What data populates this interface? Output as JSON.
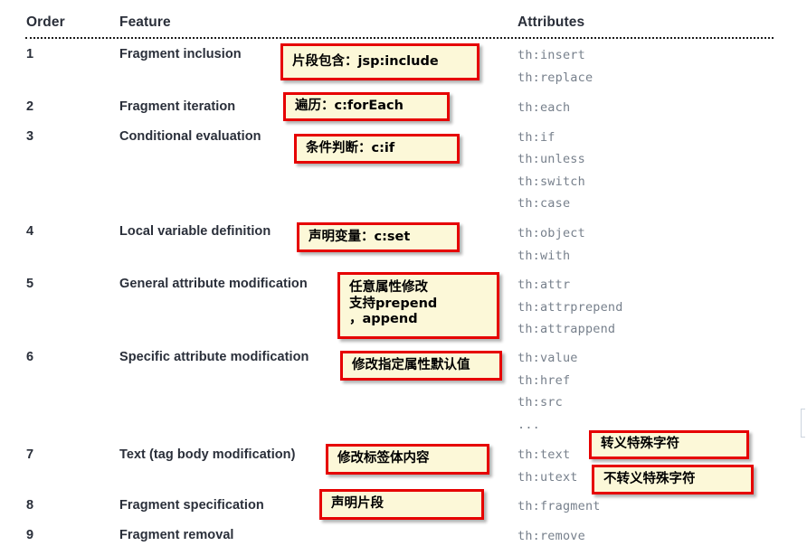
{
  "table": {
    "headers": {
      "order": "Order",
      "feature": "Feature",
      "attributes": "Attributes"
    },
    "rows": [
      {
        "order": "1",
        "feature": "Fragment inclusion",
        "attributes": [
          "th:insert",
          "th:replace"
        ]
      },
      {
        "order": "2",
        "feature": "Fragment iteration",
        "attributes": [
          "th:each"
        ]
      },
      {
        "order": "3",
        "feature": "Conditional evaluation",
        "attributes": [
          "th:if",
          "th:unless",
          "th:switch",
          "th:case"
        ]
      },
      {
        "order": "4",
        "feature": "Local variable definition",
        "attributes": [
          "th:object",
          "th:with"
        ]
      },
      {
        "order": "5",
        "feature": "General attribute modification",
        "attributes": [
          "th:attr",
          "th:attrprepend",
          "th:attrappend"
        ]
      },
      {
        "order": "6",
        "feature": "Specific attribute modification",
        "attributes": [
          "th:value",
          "th:href",
          "th:src",
          "..."
        ]
      },
      {
        "order": "7",
        "feature": "Text (tag body modification)",
        "attributes": [
          "th:text",
          "th:utext"
        ]
      },
      {
        "order": "8",
        "feature": "Fragment specification",
        "attributes": [
          "th:fragment"
        ]
      },
      {
        "order": "9",
        "feature": "Fragment removal",
        "attributes": [
          "th:remove"
        ]
      }
    ]
  },
  "annotations": [
    {
      "id": "note-fragment-inclusion",
      "text": "片段包含：jsp:include"
    },
    {
      "id": "note-fragment-iteration",
      "text": "遍历：c:forEach"
    },
    {
      "id": "note-conditional",
      "text": "条件判断：c:if"
    },
    {
      "id": "note-local-variable",
      "text": "声明变量：c:set"
    },
    {
      "id": "note-general-attr",
      "text": "任意属性修改\n支持prepend\n，append"
    },
    {
      "id": "note-specific-attr",
      "text": "修改指定属性默认值"
    },
    {
      "id": "note-text-body",
      "text": "修改标签体内容"
    },
    {
      "id": "note-escape",
      "text": "转义特殊字符"
    },
    {
      "id": "note-unescape",
      "text": "不转义特殊字符"
    },
    {
      "id": "note-fragment-spec",
      "text": "声明片段"
    }
  ],
  "colors": {
    "note_fill": "#FCF8D8",
    "note_border": "#E60000",
    "header_text": "#2A2F3A",
    "attribute_text": "#77808C",
    "page_background": "#FFFFFF"
  }
}
